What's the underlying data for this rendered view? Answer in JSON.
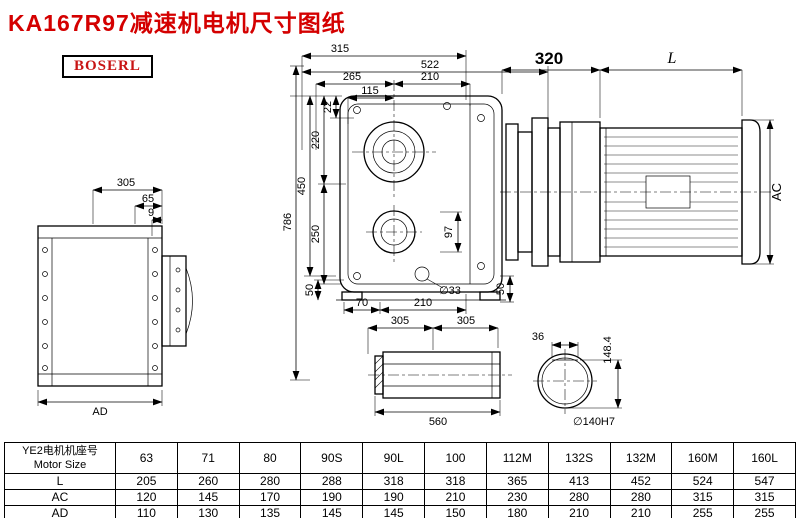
{
  "title": "KA167R97减速机电机尺寸图纸",
  "logo": "BOSERL",
  "dims": {
    "left": {
      "w305": "305",
      "w65": "65",
      "w9": "9",
      "ad": "AD"
    },
    "front": {
      "t315": "315",
      "t522": "522",
      "t265": "265",
      "t210": "210",
      "t115": "115",
      "v22": "22",
      "v220": "220",
      "v250": "250",
      "v450": "450",
      "v786": "786",
      "v97": "97",
      "v50l": "50",
      "b70": "70",
      "b210": "210",
      "dia33": "∅33",
      "v50r": "50"
    },
    "motor": {
      "d320": "320",
      "len": "L",
      "ac": "AC"
    },
    "shaft": {
      "a305": "305",
      "b305": "305",
      "l560": "560"
    },
    "section": {
      "k36": "36",
      "h1484": "148.4",
      "dia140": "∅140H7"
    }
  },
  "table": {
    "col_header_line1": "YE2电机机座号",
    "col_header_line2": "Motor Size",
    "sizes": [
      "63",
      "71",
      "80",
      "90S",
      "90L",
      "100",
      "112M",
      "132S",
      "132M",
      "160M",
      "160L"
    ],
    "rows": [
      {
        "label": "L",
        "values": [
          "205",
          "260",
          "280",
          "288",
          "318",
          "318",
          "365",
          "413",
          "452",
          "524",
          "547"
        ]
      },
      {
        "label": "AC",
        "values": [
          "120",
          "145",
          "170",
          "190",
          "190",
          "210",
          "230",
          "280",
          "280",
          "315",
          "315"
        ]
      },
      {
        "label": "AD",
        "values": [
          "110",
          "130",
          "135",
          "145",
          "145",
          "150",
          "180",
          "210",
          "210",
          "255",
          "255"
        ]
      }
    ]
  }
}
